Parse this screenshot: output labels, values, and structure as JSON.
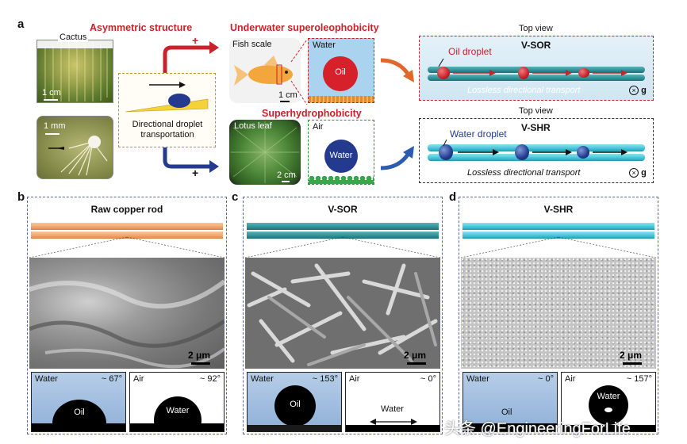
{
  "panel_a": {
    "label": "a",
    "asymmetric_structure": "Asymmetric structure",
    "cactus": "Cactus",
    "scale_1cm": "1 cm",
    "scale_1mm": "1 mm",
    "directional_droplet": "Directional droplet transportation",
    "plus": "+",
    "underwater_superoleophobicity": "Underwater superoleophobicity",
    "fish_scale": "Fish scale",
    "water": "Water",
    "oil": "Oil",
    "scale_fish": "1 cm",
    "superhydrophobicity": "Superhydrophobicity",
    "lotus_leaf": "Lotus leaf",
    "air": "Air",
    "water_drop": "Water",
    "scale_lotus": "2 cm",
    "top_view_1": "Top view",
    "top_view_2": "Top view",
    "vsor_title": "V-SOR",
    "oil_droplet": "Oil droplet",
    "lossless_1": "Lossless directional transport",
    "vshr_title": "V-SHR",
    "water_droplet": "Water droplet",
    "lossless_2": "Lossless directional transport",
    "gravity": "g"
  },
  "panel_b": {
    "label": "b",
    "title": "Raw copper rod",
    "scale": "2 μm",
    "ca1_medium": "Water",
    "ca1_angle": "~ 67°",
    "ca1_drop": "Oil",
    "ca2_medium": "Air",
    "ca2_angle": "~ 92°",
    "ca2_drop": "Water"
  },
  "panel_c": {
    "label": "c",
    "title": "V-SOR",
    "scale": "2 μm",
    "ca1_medium": "Water",
    "ca1_angle": "~ 153°",
    "ca1_drop": "Oil",
    "ca2_medium": "Air",
    "ca2_angle": "~ 0°",
    "ca2_drop": "Water"
  },
  "panel_d": {
    "label": "d",
    "title": "V-SHR",
    "scale": "2 μm",
    "ca1_medium": "Water",
    "ca1_angle": "~ 0°",
    "ca1_drop": "Oil",
    "ca2_medium": "Air",
    "ca2_angle": "~ 157°",
    "ca2_drop": "Water"
  },
  "watermark": "头条 @EngineeringForLife",
  "colors": {
    "heading_red": "#c8222a",
    "copper": "#f2a36b",
    "teal_rod": "#2f8f97",
    "cyan_rod": "#3fc4d8",
    "oil_red": "#d6212a",
    "water_blue": "#233a8e",
    "dashed_border": "#5a6a95"
  }
}
